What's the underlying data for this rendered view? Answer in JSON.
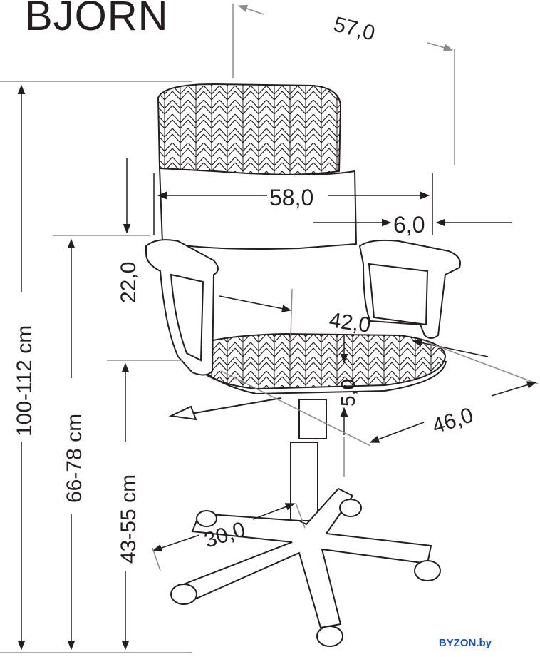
{
  "title": "BJORN",
  "watermark": "BYZON.by",
  "dimensions": {
    "total_depth": "57,0",
    "armrest_width": "58,0",
    "armrest_pad": "6,0",
    "armrest_height": "22,0",
    "seat_depth": "42,0",
    "seat_thickness": "5,0",
    "seat_width": "46,0",
    "base_radius": "30,0",
    "total_height": "100-112 cm",
    "armrest_floor_height": "66-78 cm",
    "seat_height": "43-55 cm"
  },
  "colors": {
    "line": "#231f20",
    "arrow_gray": "#8c8c8c",
    "watermark": "#1a4fb5"
  }
}
